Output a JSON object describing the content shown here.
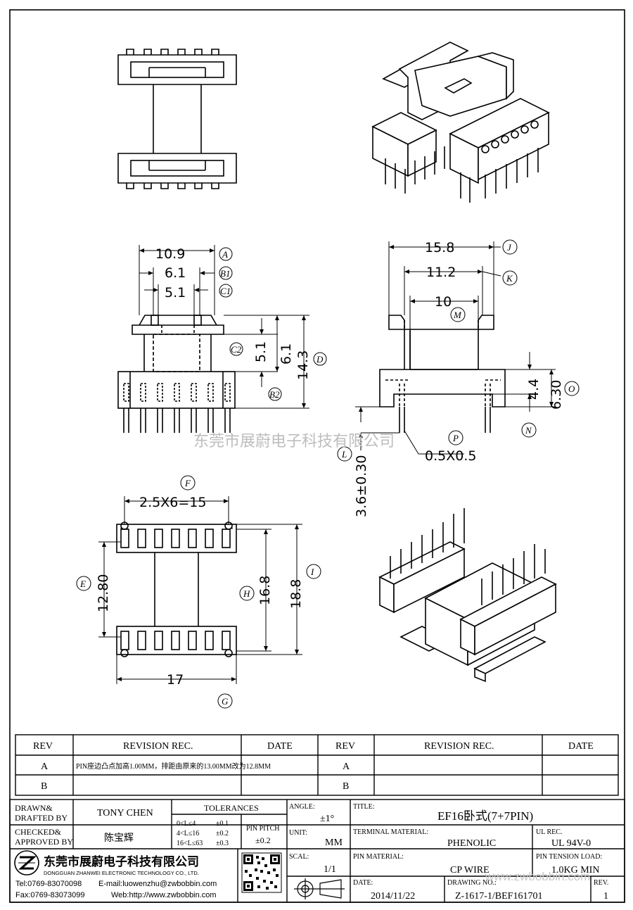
{
  "dimensions": {
    "A": "10.9",
    "B1": "6.1",
    "C1": "5.1",
    "C2": "5.1",
    "B2": "6.1",
    "D": "14.3",
    "J": "15.8",
    "K": "11.2",
    "M": "10",
    "N": "4.4",
    "O": "6.30",
    "L": "3.6±0.30",
    "P": "0.5X0.5",
    "F": "2.5X6=15",
    "E": "12.80",
    "H": "16.8",
    "I": "18.8",
    "G": "17"
  },
  "callouts": {
    "A": "A",
    "B1": "B1",
    "C1": "C1",
    "C2": "C2",
    "B2": "B2",
    "D": "D",
    "J": "J",
    "K": "K",
    "M": "M",
    "N": "N",
    "O": "O",
    "L": "L",
    "P": "P",
    "F": "F",
    "E": "E",
    "H": "H",
    "I": "I",
    "G": "G"
  },
  "watermark": "东莞市展蔚电子科技有限公司",
  "revision_table": {
    "headers": [
      "REV",
      "REVISION REC.",
      "DATE",
      "REV",
      "REVISION REC.",
      "DATE"
    ],
    "rows": [
      [
        "A",
        "PIN座边凸点加高1.00MM，排距由原来的13.00MM改为12.8MM",
        "",
        "A",
        "",
        ""
      ],
      [
        "B",
        "",
        "",
        "B",
        "",
        ""
      ]
    ]
  },
  "title_block": {
    "drawn_label": "DRAWN&\nDRAFTED BY",
    "drawn_line1": "DRAWN&",
    "drawn_line2": "DRAFTED BY",
    "drawn_value": "TONY CHEN",
    "checked_line1": "CHECKED&",
    "checked_line2": "APPROVED BY",
    "checked_value": "陈宝辉",
    "tolerances_label": "TOLERANCES",
    "tol_rows": [
      [
        "0<L≤4",
        "±0.1"
      ],
      [
        "4<L≤16",
        "±0.2"
      ],
      [
        "16<L≤63",
        "±0.3"
      ]
    ],
    "pin_pitch_label": "PIN PITCH",
    "pin_pitch_value": "±0.2",
    "angle_label": "ANGLE:",
    "angle_value": "±1°",
    "unit_label": "UNIT:",
    "unit_value": "MM",
    "scale_label": "SCAL:",
    "scale_value": "1/1",
    "title_label": "TITLE:",
    "title_value": "EF16卧式(7+7PIN)",
    "terminal_label": "TERMINAL MATERIAL:",
    "terminal_value": "PHENOLIC",
    "ul_label": "UL REC.",
    "ul_value": "UL 94V-0",
    "pin_material_label": "PIN MATERIAL:",
    "pin_material_value": "CP WIRE",
    "tension_label": "PIN TENSION LOAD:",
    "tension_value": "1.0KG MIN",
    "date_label": "DATE:",
    "date_value": "2014/11/22",
    "drawing_label": "DRAWING NO.:",
    "drawing_value": "Z-1617-1/BEF161701",
    "rev_label": "REV.",
    "rev_value": "1",
    "company_cn": "东莞市展蔚电子科技有限公司",
    "company_en": "DONGGUAN ZHANWEI ELECTRONIC TECHNOLOGY CO., LTD.",
    "tel": "Tel:0769-83070098",
    "email": "E-mail:luowenzhu@zwbobbin.com",
    "fax": "Fax:0769-83073099",
    "web": "Web:http://www.zwbobbin.com",
    "web_watermark": "www.zwbobbin.com"
  }
}
